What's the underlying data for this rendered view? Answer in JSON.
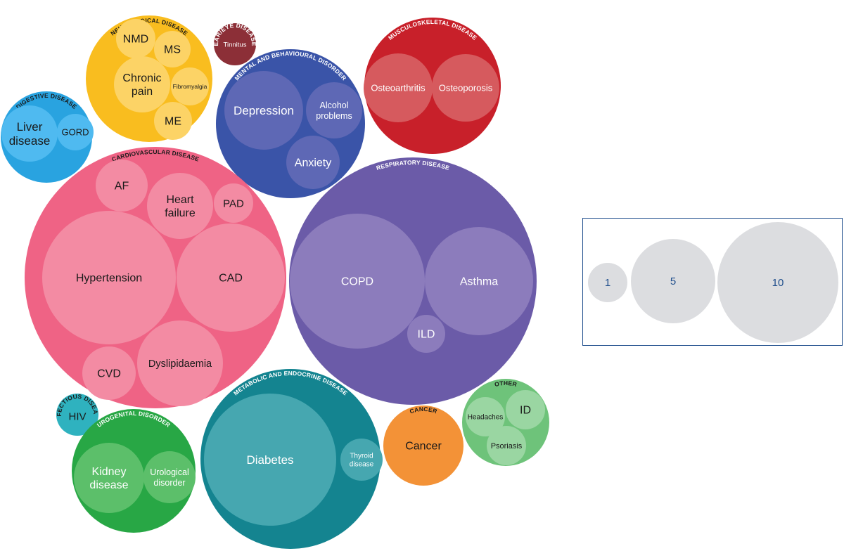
{
  "categories": [
    {
      "id": "neuro",
      "label": "NEUROLOGICAL DISEASE",
      "color": "#f9bd1f",
      "sub_color": "#fcd366",
      "label_color": "#1a1a1a",
      "text_color": "#1a1a1a",
      "items": [
        {
          "id": "nmd",
          "label": "NMD"
        },
        {
          "id": "ms",
          "label": "MS"
        },
        {
          "id": "chronic",
          "label": "Chronic pain"
        },
        {
          "id": "fibro",
          "label": "Fibromyalgia"
        },
        {
          "id": "me",
          "label": "ME"
        }
      ]
    },
    {
      "id": "eareye",
      "label": "EAR/EYE DISEASE",
      "color": "#8c2f37",
      "sub_color": "#a65058",
      "label_color": "#ffffff",
      "text_color": "#ffffff",
      "items": [
        {
          "id": "tinnitus",
          "label": "Tinnitus"
        }
      ]
    },
    {
      "id": "msk",
      "label": "MUSCULOSKELETAL DISEASE",
      "color": "#c8202a",
      "sub_color": "#d65a5e",
      "label_color": "#ffffff",
      "text_color": "#ffffff",
      "items": [
        {
          "id": "osteoarthritis",
          "label": "Osteoarthritis"
        },
        {
          "id": "osteoporosis",
          "label": "Osteoporosis"
        }
      ]
    },
    {
      "id": "digestive",
      "label": "DIGESTIVE DISEASE",
      "color": "#29a3e0",
      "sub_color": "#4fbaf0",
      "label_color": "#1a1a1a",
      "text_color": "#1a1a1a",
      "items": [
        {
          "id": "liver",
          "label": "Liver disease"
        },
        {
          "id": "gord",
          "label": "GORD"
        }
      ]
    },
    {
      "id": "mental",
      "label": "MENTAL AND BEHAVIOURAL DISORDER",
      "color": "#3a54a8",
      "sub_color": "#5e68b5",
      "label_color": "#ffffff",
      "text_color": "#ffffff",
      "items": [
        {
          "id": "depression",
          "label": "Depression"
        },
        {
          "id": "alcohol",
          "label": "Alcohol problems"
        },
        {
          "id": "anxiety",
          "label": "Anxiety"
        }
      ]
    },
    {
      "id": "cardio",
      "label": "CARDIOVASCULAR DISEASE",
      "color": "#ef6385",
      "sub_color": "#f38ba3",
      "label_color": "#1a1a1a",
      "text_color": "#1a1a1a",
      "items": [
        {
          "id": "af",
          "label": "AF"
        },
        {
          "id": "hf",
          "label": "Heart failure"
        },
        {
          "id": "pad",
          "label": "PAD"
        },
        {
          "id": "htn",
          "label": "Hypertension"
        },
        {
          "id": "cad",
          "label": "CAD"
        },
        {
          "id": "cvd",
          "label": "CVD"
        },
        {
          "id": "dys",
          "label": "Dyslipidaemia"
        }
      ]
    },
    {
      "id": "resp",
      "label": "RESPIRATORY DISEASE",
      "color": "#6b5ba8",
      "sub_color": "#8c7cbc",
      "label_color": "#ffffff",
      "text_color": "#ffffff",
      "items": [
        {
          "id": "copd",
          "label": "COPD"
        },
        {
          "id": "asthma",
          "label": "Asthma"
        },
        {
          "id": "ild",
          "label": "ILD"
        }
      ]
    },
    {
      "id": "infectious",
      "label": "INFECTIOUS DISEASE",
      "color": "#2fb2bf",
      "sub_color": "#5ccbd4",
      "label_color": "#1a1a1a",
      "text_color": "#1a1a1a",
      "items": [
        {
          "id": "hiv",
          "label": "HIV"
        }
      ]
    },
    {
      "id": "uro",
      "label": "UROGENITAL DISORDER",
      "color": "#28a745",
      "sub_color": "#5cbf6a",
      "label_color": "#ffffff",
      "text_color": "#ffffff",
      "items": [
        {
          "id": "kidney",
          "label": "Kidney disease"
        },
        {
          "id": "urological",
          "label": "Urological disorder"
        }
      ]
    },
    {
      "id": "metabolic",
      "label": "METABOLIC AND ENDOCRINE DISEASE",
      "color": "#148490",
      "sub_color": "#46a7b0",
      "label_color": "#ffffff",
      "text_color": "#ffffff",
      "items": [
        {
          "id": "diabetes",
          "label": "Diabetes"
        },
        {
          "id": "thyroid",
          "label": "Thyroid disease"
        }
      ]
    },
    {
      "id": "cancer",
      "label": "CANCER",
      "color": "#f39237",
      "sub_color": "#f39237",
      "label_color": "#1a1a1a",
      "text_color": "#1a1a1a",
      "items": [
        {
          "id": "cancer_item",
          "label": "Cancer"
        }
      ]
    },
    {
      "id": "other",
      "label": "OTHER",
      "color": "#6ec37a",
      "sub_color": "#9ad6a2",
      "label_color": "#1a1a1a",
      "text_color": "#1a1a1a",
      "items": [
        {
          "id": "headaches",
          "label": "Headaches"
        },
        {
          "id": "id",
          "label": "ID"
        },
        {
          "id": "psoriasis",
          "label": "Psoriasis"
        }
      ]
    }
  ],
  "legend": {
    "circle_color": "#dcdde0",
    "text_color": "#1f4e8c",
    "items": [
      {
        "label": "1"
      },
      {
        "label": "5"
      },
      {
        "label": "10"
      }
    ]
  }
}
